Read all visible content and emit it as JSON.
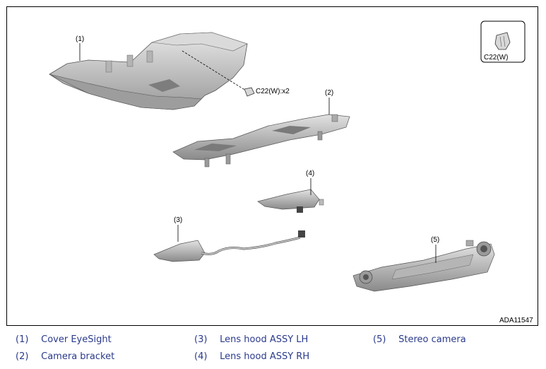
{
  "figure": {
    "callouts": {
      "c1": "(1)",
      "c2": "(2)",
      "c3": "(3)",
      "c4": "(4)",
      "c5": "(5)"
    },
    "clip_label": "C22(W):x2",
    "inset_label": "C22(W)",
    "figure_code": "ADA11547"
  },
  "legend": [
    {
      "num": "(1)",
      "name": "Cover EyeSight"
    },
    {
      "num": "(2)",
      "name": "Camera bracket"
    },
    {
      "num": "(3)",
      "name": "Lens hood ASSY LH"
    },
    {
      "num": "(4)",
      "name": "Lens hood ASSY RH"
    },
    {
      "num": "(5)",
      "name": "Stereo camera"
    }
  ],
  "colors": {
    "legend_text": "#2a3a8c",
    "part_fill": "#cfcfcf",
    "part_dark": "#8f8f8f"
  },
  "icons": [
    "clip-icon"
  ]
}
